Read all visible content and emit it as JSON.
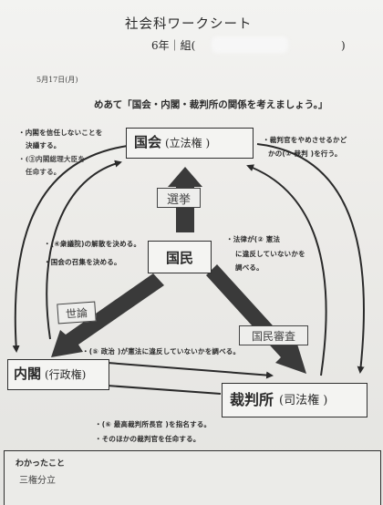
{
  "header": {
    "title": "社会科ワークシート",
    "class_line": "6年｜組(",
    "close_paren": ")",
    "date": "5月17日(月)"
  },
  "aim": "めあて「国会・内閣・裁判所の関係を考えましょう。」",
  "diet": {
    "name": "国会",
    "fill": "(立法権 )"
  },
  "cabinet": {
    "name": "内閣",
    "fill": "(行政権)"
  },
  "court": {
    "name": "裁判所",
    "fill": "(司法権 )"
  },
  "people": "国民",
  "election": "選挙",
  "opinion": "世論",
  "review": "国民審査",
  "notes": {
    "diet_to_cabinet_1": "・内閣を信任しないことを",
    "diet_to_cabinet_2": "決議する。",
    "diet_to_cabinet_3": "・(③内閣総理大臣を",
    "diet_to_cabinet_4": "任命する。",
    "diet_to_court_1": "・裁判官をやめさせるかど",
    "diet_to_court_2": "かの(① 裁判 )を行う。",
    "cabinet_to_diet_1": "・(④衆議院)の解散を決める。",
    "cabinet_to_diet_2": "・国会の召集を決める。",
    "court_to_diet_1": "・法律が(② 憲法",
    "court_to_diet_2": "に違反していないかを",
    "court_to_diet_3": "調べる。",
    "court_to_cabinet": "・(⑤ 政治 )が憲法に違反していないかを調べる。",
    "cabinet_to_court_1": "・(⑥ 最高裁判所長官 )を指名する。",
    "cabinet_to_court_2": "・そのほかの裁判官を任命する。"
  },
  "findings": {
    "label": "わかったこと",
    "answer": "三権分立"
  }
}
